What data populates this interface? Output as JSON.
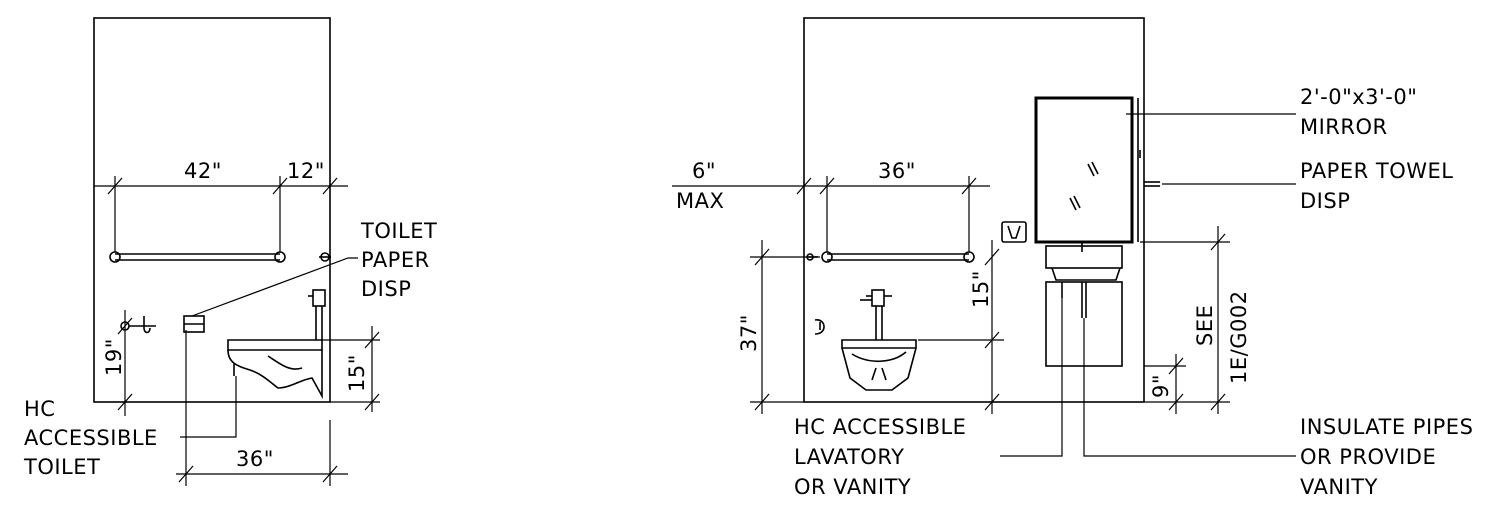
{
  "left_elevation": {
    "dim_grab_bar_length": "42\"",
    "dim_grab_bar_offset": "12\"",
    "dim_toilet_centerline": "36\"",
    "dim_dispenser_height": "19\"",
    "dim_flush_height": "15\"",
    "label_tp_disp": [
      "TOILET",
      "PAPER",
      "DISP"
    ],
    "label_toilet": [
      "HC",
      "ACCESSIBLE",
      "TOILET"
    ]
  },
  "right_elevation": {
    "dim_wall_offset": "6\"",
    "dim_wall_offset_note": "MAX",
    "dim_grab_bar_length": "36\"",
    "dim_grab_bar_height": "37\"",
    "dim_urinal_height": "15\"",
    "dim_knee_clearance": "9\"",
    "label_mirror": [
      "2'-0\"x3'-0\"",
      "MIRROR"
    ],
    "label_towel": [
      "PAPER TOWEL",
      "DISP"
    ],
    "label_see": [
      "SEE",
      "1E/G002"
    ],
    "label_lavatory": [
      "HC ACCESSIBLE",
      "LAVATORY",
      "OR VANITY"
    ],
    "label_pipes": [
      "INSULATE PIPES",
      "OR PROVIDE",
      "VANITY"
    ]
  }
}
